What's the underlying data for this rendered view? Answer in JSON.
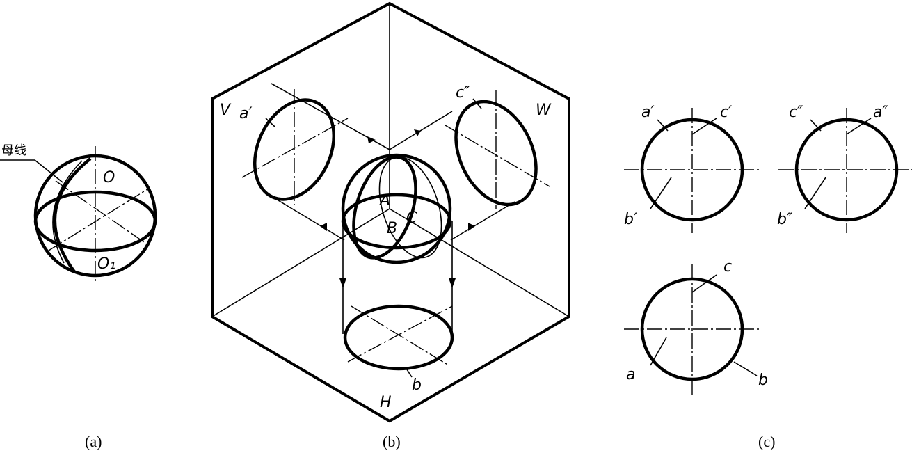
{
  "captions": {
    "a": "(a)",
    "b": "(b)",
    "c": "(c)"
  },
  "fig_a": {
    "generatrix": "母线",
    "center_o": "O",
    "center_o1": "O₁"
  },
  "fig_b": {
    "plane_v": "V",
    "plane_w": "W",
    "plane_h": "H",
    "pt_a_front": "a′",
    "pt_c_side": "c″",
    "pt_b_top": "b",
    "pt_A": "A",
    "pt_B": "B",
    "pt_C": "C"
  },
  "fig_c": {
    "front": {
      "a": "a′",
      "c": "c′",
      "b": "b′"
    },
    "side": {
      "c": "c″",
      "a": "a″",
      "b": "b″"
    },
    "top": {
      "c": "c",
      "a": "a",
      "b": "b"
    }
  }
}
